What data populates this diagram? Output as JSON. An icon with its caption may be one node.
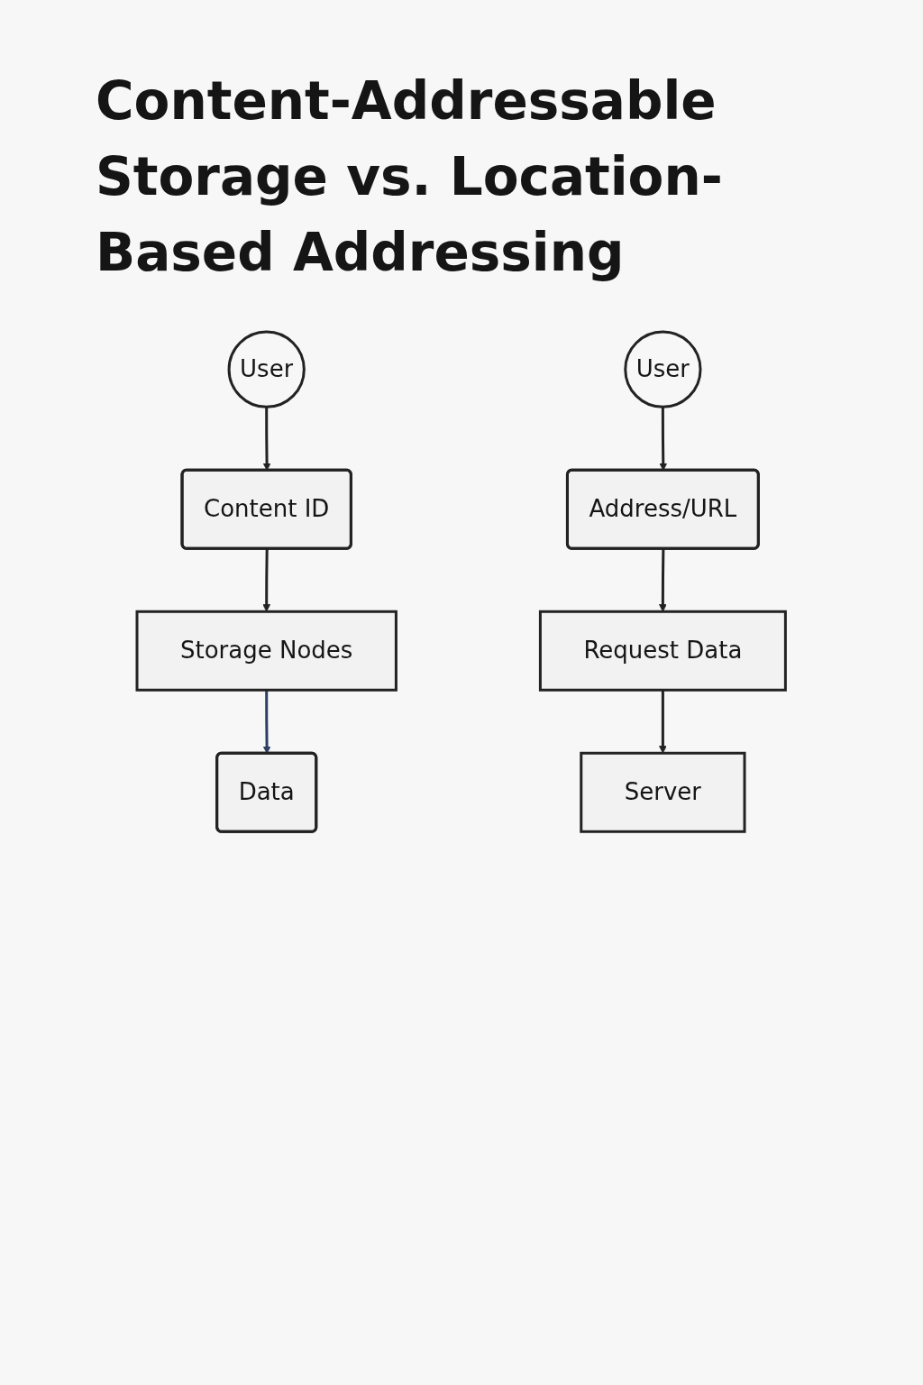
{
  "diagram": {
    "title": "Content-Addressable Storage vs. Location-Based Addressing",
    "nodes": [
      {
        "text": [
          "User"
        ]
      },
      {
        "text": [
          "Content ID"
        ]
      },
      {
        "text": [
          "Storage Nodes"
        ]
      },
      {
        "text": [
          "Data"
        ]
      },
      {
        "text": [
          "User"
        ]
      },
      {
        "text": [
          "Address/URL"
        ]
      },
      {
        "text": [
          "Request Data"
        ]
      },
      {
        "text": [
          "Server"
        ]
      }
    ],
    "edges": [
      {
        "from": 0,
        "to": 1,
        "arrow": "to"
      },
      {
        "from": 1,
        "to": 2,
        "arrow": "to"
      },
      {
        "from": 2,
        "to": 3,
        "arrow": "to",
        "color": "#2e3f66"
      },
      {
        "from": 4,
        "to": 5,
        "arrow": "to"
      },
      {
        "from": 5,
        "to": 6,
        "arrow": "to"
      },
      {
        "from": 6,
        "to": 7,
        "arrow": "to"
      }
    ]
  }
}
